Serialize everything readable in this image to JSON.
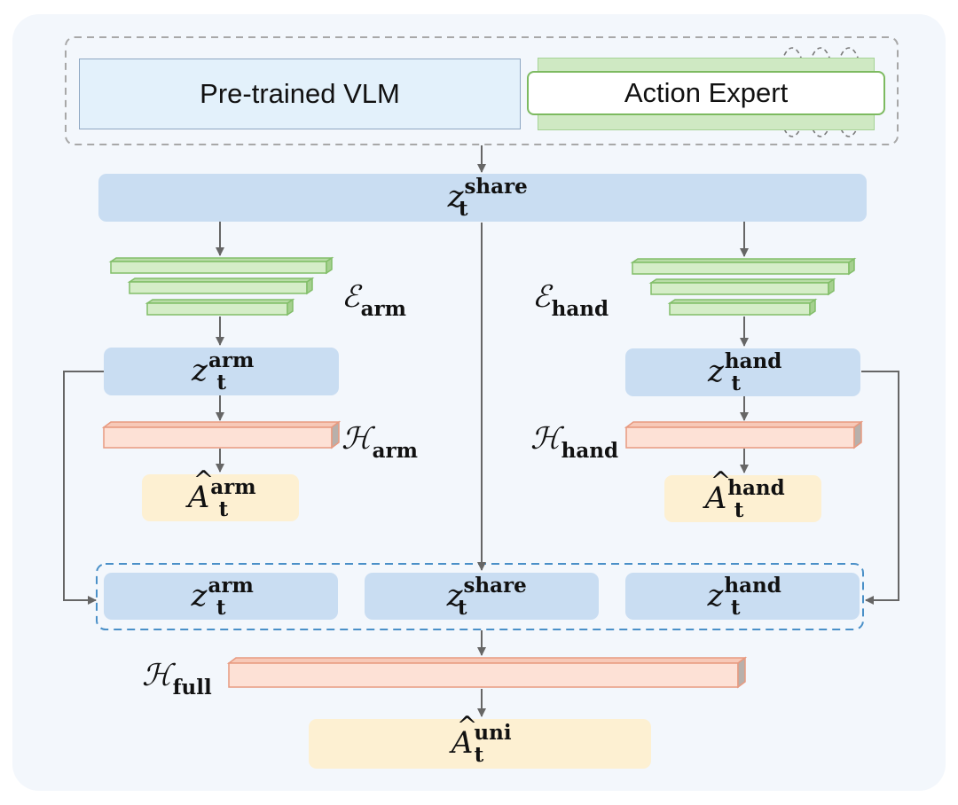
{
  "top": {
    "vlm_label": "Pre-trained VLM",
    "expert_label": "Action Expert"
  },
  "latent": {
    "z_sym": "z",
    "t_sym": "t",
    "share": "share",
    "arm": "arm",
    "hand": "hand"
  },
  "encoders": {
    "arm": {
      "sym": "ℰ",
      "sub": "arm"
    },
    "hand": {
      "sym": "ℰ",
      "sub": "hand"
    }
  },
  "heads": {
    "arm": {
      "sym": "ℋ",
      "sub": "arm"
    },
    "hand": {
      "sym": "ℋ",
      "sub": "hand"
    },
    "full": {
      "sym": "ℋ",
      "sub": "full"
    }
  },
  "actions": {
    "A_sym": "A",
    "hat": "^",
    "t_sym": "t",
    "arm": "arm",
    "hand": "hand",
    "uni": "uni"
  },
  "colors": {
    "latent_blue": "#c9ddf2",
    "encoder_green": "#cfe9c3",
    "head_salmon": "#fde1d6",
    "action_cream": "#fdf0d2",
    "concat_border": "#4a90c8",
    "arrow_gray": "#666666"
  }
}
